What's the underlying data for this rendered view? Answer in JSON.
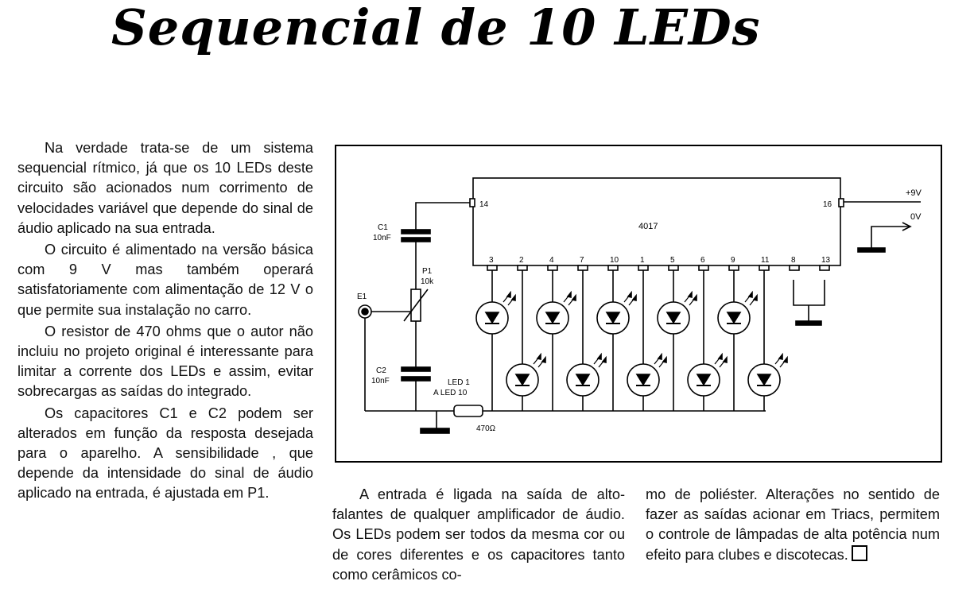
{
  "title": "Sequencial de 10 LEDs",
  "left_column": [
    "Na verdade trata-se de um sistema sequencial rítmico, já que os 10 LEDs deste circuito são acionados num corrimento de velocidades variável que depende do sinal de áudio aplicado na sua entrada.",
    "O circuito é alimentado na versão básica com 9 V mas também operará satisfatoriamente com alimentação de 12 V o que permite sua instalação no carro.",
    "O resistor de 470 ohms que o autor não incluiu no projeto original é interessante para limitar a corrente dos LEDs e assim, evitar sobrecargas as saídas do integrado.",
    "Os capacitores C1 e C2 podem ser alterados em função da resposta desejada para o aparelho. A sensibilidade , que depende da intensidade do sinal de áudio aplicado na entrada, é ajustada em P1."
  ],
  "middle_column": "A entrada é ligada na saída de alto-falantes de qualquer amplificador de áudio. Os LEDs podem ser todos da mesma cor ou de cores diferentes e os capacitores tanto como cerâmicos co-",
  "right_column": "mo de poliéster. Alterações no sentido de fazer as saídas acionar em Triacs, permitem o controle de lâmpadas de alta potência num efeito para clubes e discotecas.",
  "schematic": {
    "ic_label": "4017",
    "pin_left": "14",
    "pin_right": "16",
    "pins_bottom": [
      "3",
      "2",
      "4",
      "7",
      "10",
      "1",
      "5",
      "6",
      "9",
      "11",
      "8",
      "13"
    ],
    "supply_pos": "+9V",
    "supply_gnd": "0V",
    "c1_name": "C1",
    "c1_value": "10nF",
    "c2_name": "C2",
    "c2_value": "10nF",
    "p1_name": "P1",
    "p1_value": "10k",
    "input_label": "E1",
    "led_label_1": "LED 1",
    "led_label_2": "A LED 10",
    "resistor_value": "470Ω"
  }
}
